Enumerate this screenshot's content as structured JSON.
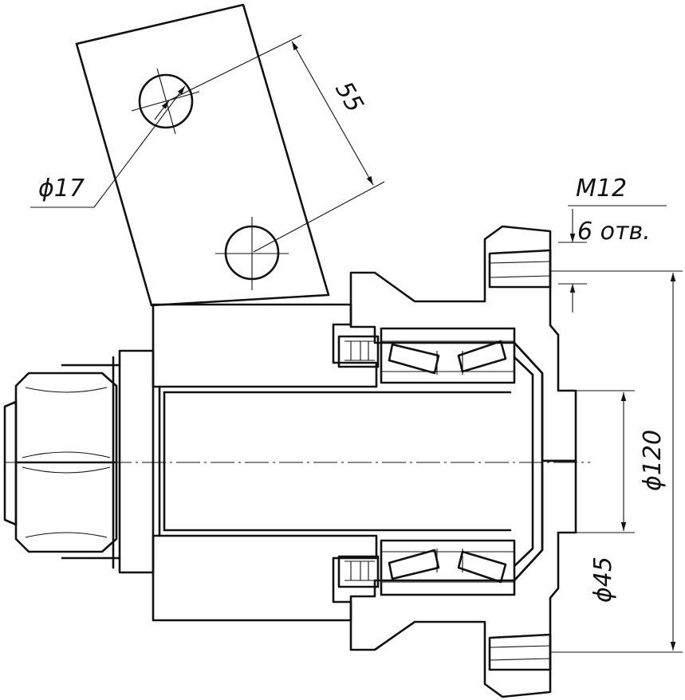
{
  "dimensions": {
    "hole_diameter": "ϕ17",
    "hole_spacing": "55",
    "thread_size": "M12",
    "thread_count": "6 отв.",
    "flange_diameter": "ϕ120",
    "bore_diameter": "ϕ45"
  }
}
